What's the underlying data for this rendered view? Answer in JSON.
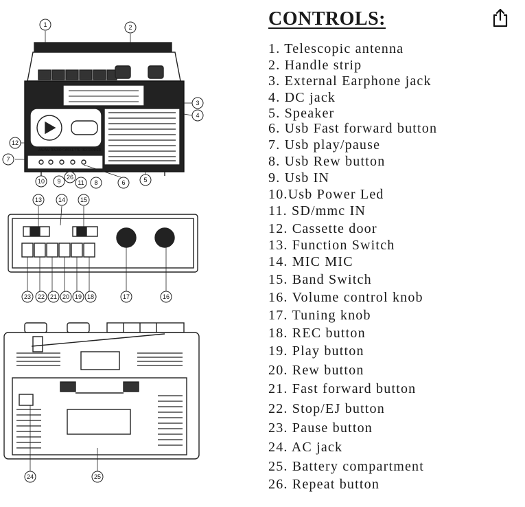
{
  "title": "CONTROLS:",
  "share_icon": "share-icon",
  "controls": [
    "1. Telescopic antenna",
    "2. Handle strip",
    "3. External Earphone jack",
    "4. DC jack",
    "5. Speaker",
    "6. Usb Fast forward button",
    "7. Usb play/pause",
    "8. Usb Rew button",
    "9. Usb IN",
    "10.Usb Power Led",
    "11. SD/mmc IN",
    "12. Cassette door",
    "13. Function Switch",
    "14. MIC MIC",
    "15. Band Switch",
    "16. Volume control knob",
    "17. Tuning knob",
    "18. REC button",
    "19. Play button",
    "20. Rew button",
    "21. Fast forward button",
    "22. Stop/EJ button",
    "23. Pause button",
    "24. AC jack",
    "25. Battery compartment",
    "26. Repeat button"
  ],
  "diagram": {
    "device_label": "AM/AM RADIO CASSETTE RECORDER",
    "callouts": [
      "1",
      "2",
      "3",
      "4",
      "5",
      "6",
      "7",
      "8",
      "9",
      "10",
      "11",
      "12",
      "13",
      "14",
      "15",
      "16",
      "17",
      "18",
      "19",
      "20",
      "21",
      "22",
      "23",
      "24",
      "25",
      "26"
    ]
  }
}
